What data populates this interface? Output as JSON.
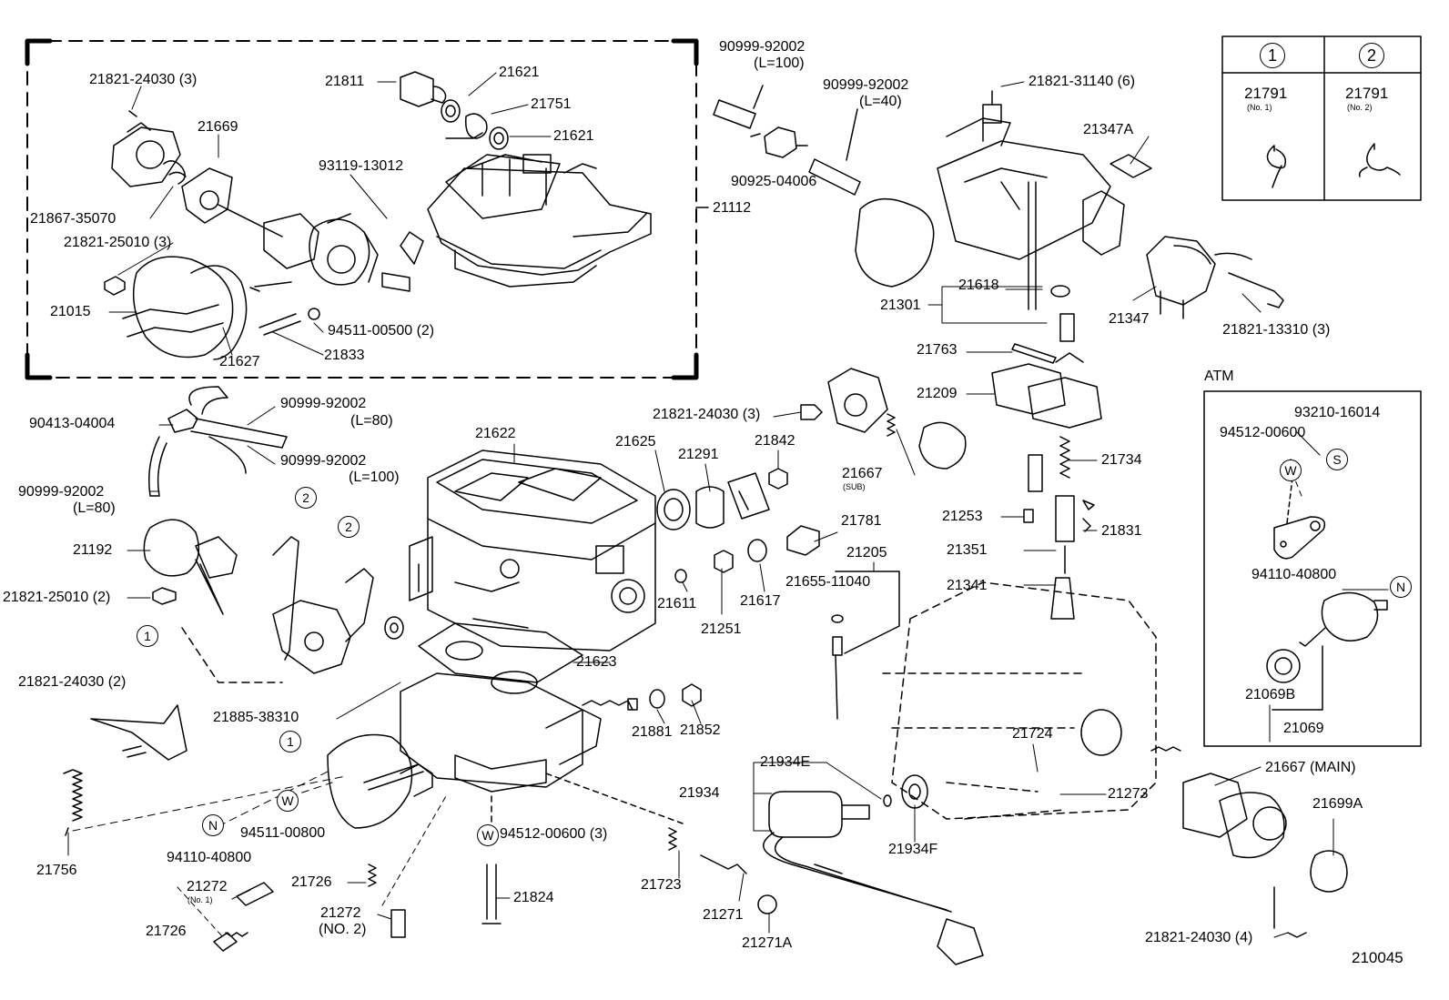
{
  "diagram_code": "210045",
  "legend": {
    "col1_symbol": "1",
    "col2_symbol": "2",
    "col1_part": "21791",
    "col1_note": "(No. 1)",
    "col2_part": "21791",
    "col2_note": "(No. 2)"
  },
  "atm": {
    "title": "ATM"
  },
  "labels": [
    {
      "id": "p01",
      "text": "21821-24030 (3)"
    },
    {
      "id": "p02",
      "text": "21669"
    },
    {
      "id": "p03",
      "text": "21867-35070"
    },
    {
      "id": "p04",
      "text": "21821-25010 (3)"
    },
    {
      "id": "p05",
      "text": "21015"
    },
    {
      "id": "p06",
      "text": "21627"
    },
    {
      "id": "p07",
      "text": "21833"
    },
    {
      "id": "p08",
      "text": "94511-00500 (2)"
    },
    {
      "id": "p09",
      "text": "93119-13012"
    },
    {
      "id": "p10",
      "text": "21811"
    },
    {
      "id": "p11",
      "text": "21621"
    },
    {
      "id": "p12",
      "text": "21751"
    },
    {
      "id": "p13",
      "text": "21621"
    },
    {
      "id": "p14",
      "text": "21112"
    },
    {
      "id": "p15",
      "text": "90999-92002"
    },
    {
      "id": "p16",
      "text": "(L=100)"
    },
    {
      "id": "p17",
      "text": "90999-92002"
    },
    {
      "id": "p18",
      "text": "(L=40)"
    },
    {
      "id": "p19",
      "text": "90925-04006"
    },
    {
      "id": "p20",
      "text": "21821-31140 (6)"
    },
    {
      "id": "p21",
      "text": "21347A"
    },
    {
      "id": "p22",
      "text": "21347"
    },
    {
      "id": "p23",
      "text": "21821-13310 (3)"
    },
    {
      "id": "p24",
      "text": "21301"
    },
    {
      "id": "p25",
      "text": "21618"
    },
    {
      "id": "p26",
      "text": "21763"
    },
    {
      "id": "p27",
      "text": "21209"
    },
    {
      "id": "p28",
      "text": "90413-04004"
    },
    {
      "id": "p29",
      "text": "90999-92002"
    },
    {
      "id": "p30",
      "text": "(L=80)"
    },
    {
      "id": "p31",
      "text": "90999-92002"
    },
    {
      "id": "p32",
      "text": "(L=100)"
    },
    {
      "id": "p33",
      "text": "90999-92002"
    },
    {
      "id": "p34",
      "text": "(L=80)"
    },
    {
      "id": "p35",
      "text": "21192"
    },
    {
      "id": "p36",
      "text": "21821-25010 (2)"
    },
    {
      "id": "p37",
      "text": "21622"
    },
    {
      "id": "p38",
      "text": "21625"
    },
    {
      "id": "p39",
      "text": "21291"
    },
    {
      "id": "p40",
      "text": "21821-24030 (3)"
    },
    {
      "id": "p41",
      "text": "21842"
    },
    {
      "id": "p42",
      "text": "21667"
    },
    {
      "id": "p43",
      "text": "(SUB)"
    },
    {
      "id": "p44",
      "text": "21734"
    },
    {
      "id": "p45",
      "text": "21781"
    },
    {
      "id": "p46",
      "text": "21253"
    },
    {
      "id": "p47",
      "text": "21831"
    },
    {
      "id": "p48",
      "text": "21205"
    },
    {
      "id": "p49",
      "text": "21655-11040"
    },
    {
      "id": "p50",
      "text": "21351"
    },
    {
      "id": "p51",
      "text": "21341"
    },
    {
      "id": "p52",
      "text": "21611"
    },
    {
      "id": "p53",
      "text": "21617"
    },
    {
      "id": "p54",
      "text": "21251"
    },
    {
      "id": "p55",
      "text": "21623"
    },
    {
      "id": "p56",
      "text": "21821-24030 (2)"
    },
    {
      "id": "p57",
      "text": "21885-38310"
    },
    {
      "id": "p58",
      "text": "21881"
    },
    {
      "id": "p59",
      "text": "21852"
    },
    {
      "id": "p60",
      "text": "21724"
    },
    {
      "id": "p61",
      "text": "21934E"
    },
    {
      "id": "p62",
      "text": "21934"
    },
    {
      "id": "p63",
      "text": "21273"
    },
    {
      "id": "p64",
      "text": "21934F"
    },
    {
      "id": "p65",
      "text": "21667 (MAIN)"
    },
    {
      "id": "p66",
      "text": "21699A"
    },
    {
      "id": "p67",
      "text": "94511-00800"
    },
    {
      "id": "p68",
      "text": "94110-40800"
    },
    {
      "id": "p69",
      "text": "94512-00600 (3)"
    },
    {
      "id": "p70",
      "text": "21756"
    },
    {
      "id": "p71",
      "text": "21272"
    },
    {
      "id": "p72",
      "text": "(No. 1)"
    },
    {
      "id": "p73",
      "text": "21726"
    },
    {
      "id": "p74",
      "text": "21726"
    },
    {
      "id": "p75",
      "text": "21272"
    },
    {
      "id": "p76",
      "text": "(NO. 2)"
    },
    {
      "id": "p77",
      "text": "21824"
    },
    {
      "id": "p78",
      "text": "21723"
    },
    {
      "id": "p79",
      "text": "21271"
    },
    {
      "id": "p80",
      "text": "21271A"
    },
    {
      "id": "p81",
      "text": "21821-24030 (4)"
    },
    {
      "id": "p82",
      "text": "93210-16014"
    },
    {
      "id": "p83",
      "text": "94512-00600"
    },
    {
      "id": "p84",
      "text": "94110-40800"
    },
    {
      "id": "p85",
      "text": "21069B"
    },
    {
      "id": "p86",
      "text": "21069"
    }
  ],
  "symbols": [
    {
      "id": "s01",
      "text": "2"
    },
    {
      "id": "s02",
      "text": "2"
    },
    {
      "id": "s03",
      "text": "1"
    },
    {
      "id": "s04",
      "text": "1"
    },
    {
      "id": "s05",
      "text": "W"
    },
    {
      "id": "s06",
      "text": "N"
    },
    {
      "id": "s07",
      "text": "W"
    },
    {
      "id": "s08",
      "text": "W"
    },
    {
      "id": "s09",
      "text": "S"
    },
    {
      "id": "s10",
      "text": "N"
    }
  ]
}
